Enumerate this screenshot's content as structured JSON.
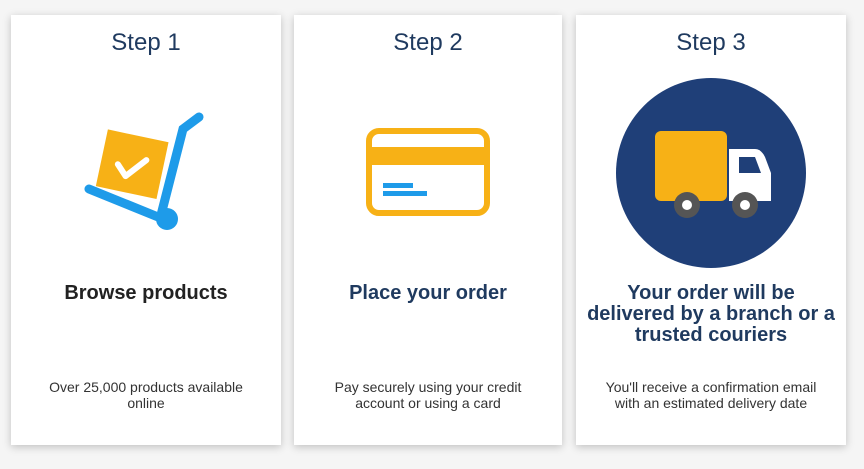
{
  "steps": [
    {
      "label": "Step 1",
      "headline": "Browse products",
      "description": "Over 25,000 products available online",
      "icon": "hand-truck-box-icon"
    },
    {
      "label": "Step 2",
      "headline": "Place your order",
      "description": "Pay securely using your credit account or using a card",
      "icon": "credit-card-icon"
    },
    {
      "label": "Step 3",
      "headline": "Your order will be delivered by a branch or a trusted couriers",
      "description": "You'll receive a confirmation email with an estimated delivery date",
      "icon": "delivery-truck-icon"
    }
  ],
  "colors": {
    "yellow": "#f7b116",
    "blue": "#1e9be9",
    "navy": "#1f3f78",
    "heading": "#1f3a5f"
  }
}
